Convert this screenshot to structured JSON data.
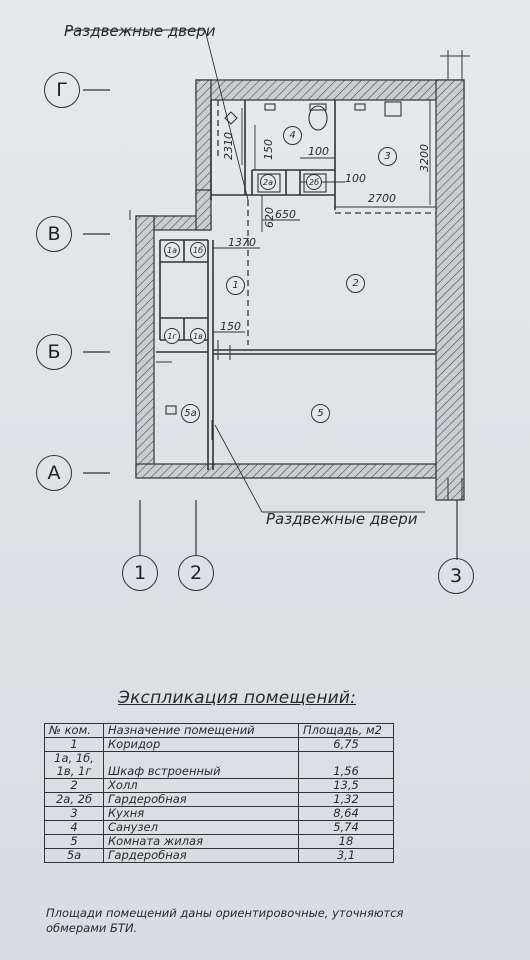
{
  "labels": {
    "doors_top": "Раздвежные двери",
    "doors_bottom": "Раздвежные двери"
  },
  "axes": {
    "rows": [
      "Г",
      "В",
      "Б",
      "А"
    ],
    "cols": [
      "1",
      "2",
      "3"
    ]
  },
  "rooms": [
    "1",
    "2",
    "3",
    "4",
    "5",
    "5а",
    "1а",
    "1б",
    "1в",
    "1г",
    "2а",
    "2б"
  ],
  "dimensions": {
    "d2310": "2310",
    "d150a": "150",
    "d100a": "100",
    "d100b": "100",
    "d3200": "3200",
    "d2700": "2700",
    "d620": "620",
    "d650": "650",
    "d1370": "1370",
    "d150b": "150"
  },
  "explication": {
    "title": "Экспликация помещений:",
    "headers": [
      "№ ком.",
      "Назначение помещений",
      "Площадь, м2"
    ],
    "rows": [
      {
        "num": "1",
        "name": "Коридор",
        "area": "6,75"
      },
      {
        "num": "1а, 1б,",
        "name": "",
        "area": ""
      },
      {
        "num": "1в, 1г",
        "name": "Шкаф встроенный",
        "area": "1,56"
      },
      {
        "num": "2",
        "name": "Холл",
        "area": "13,5"
      },
      {
        "num": "2а, 2б",
        "name": "Гардеробная",
        "area": "1,32"
      },
      {
        "num": "3",
        "name": "Кухня",
        "area": "8,64"
      },
      {
        "num": "4",
        "name": "Санузел",
        "area": "5,74"
      },
      {
        "num": "5",
        "name": "Комната жилая",
        "area": "18"
      },
      {
        "num": "5а",
        "name": "Гардеробная",
        "area": "3,1"
      }
    ],
    "note": "Площади помещений даны ориентировочные, уточняются обмерами БТИ."
  }
}
